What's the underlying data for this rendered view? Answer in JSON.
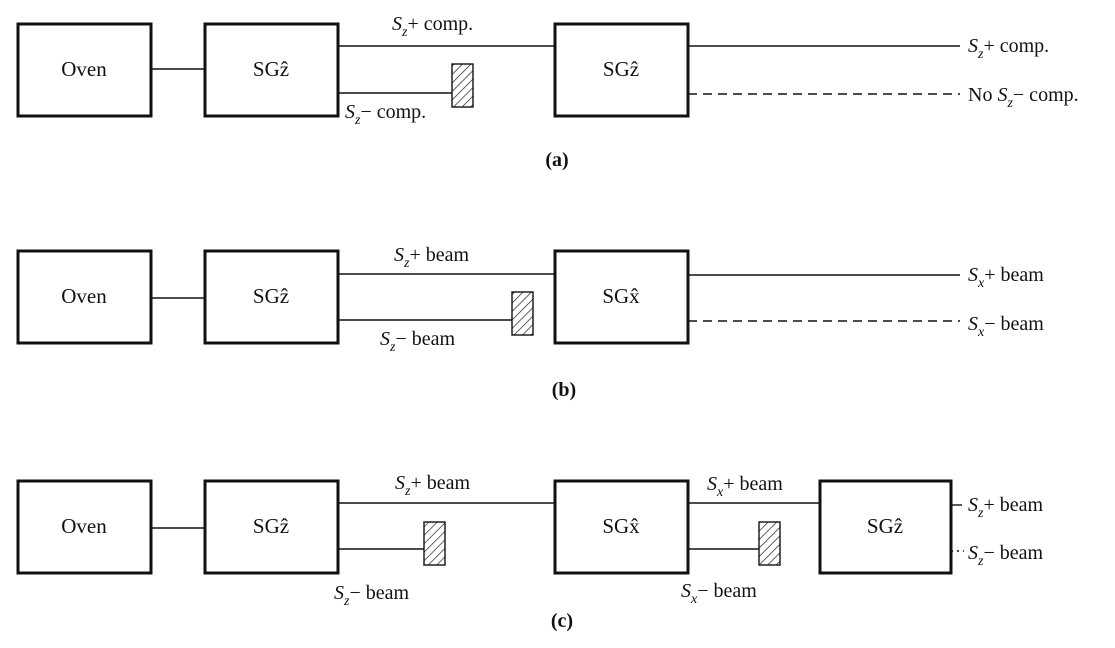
{
  "diagram": {
    "oven": "Oven",
    "sg_z": "SGẑ",
    "sg_x": "SGx̂",
    "panel_a": {
      "caption": "(a)",
      "upper": "S_z+ comp.",
      "lower": "S_z− comp.",
      "out_upper": "S_z+ comp.",
      "out_lower": "No S_z− comp."
    },
    "panel_b": {
      "caption": "(b)",
      "upper": "S_z+ beam",
      "lower": "S_z− beam",
      "out_upper": "S_x+ beam",
      "out_lower": "S_x− beam"
    },
    "panel_c": {
      "caption": "(c)",
      "upper1": "S_z+ beam",
      "lower1": "S_z− beam",
      "upper2": "S_x+ beam",
      "lower2": "S_x− beam",
      "out_upper": "S_z+ beam",
      "out_lower": "S_z− beam"
    }
  }
}
